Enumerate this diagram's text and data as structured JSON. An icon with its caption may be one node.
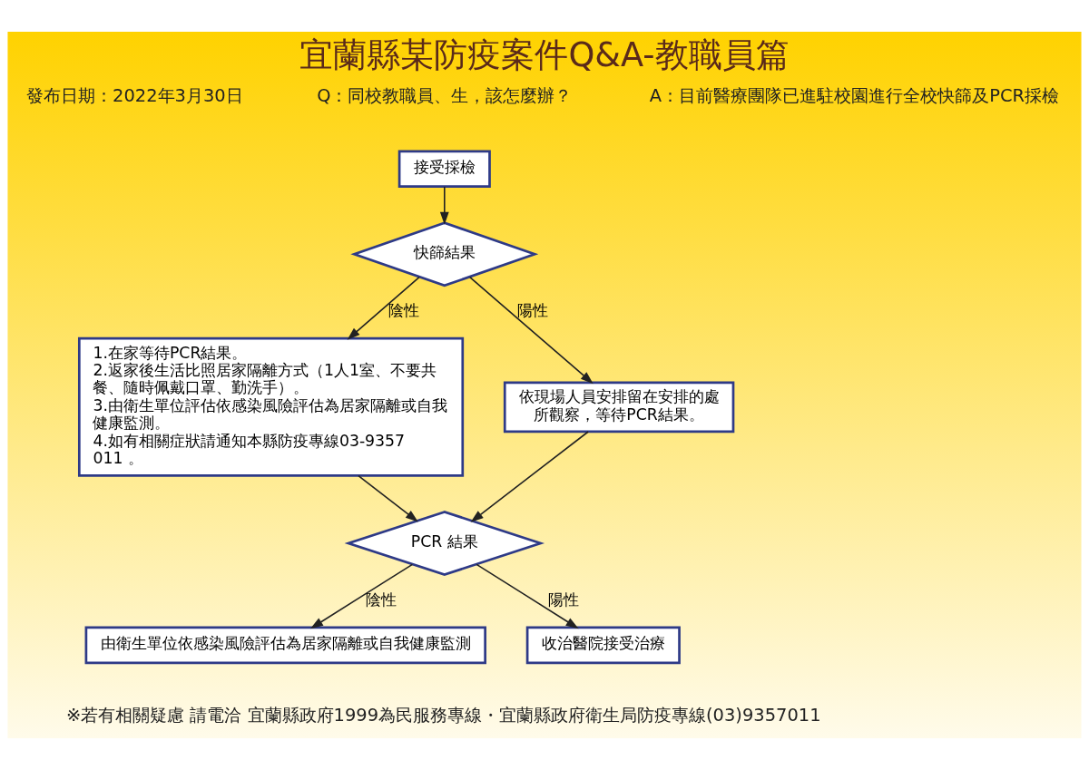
{
  "diagram": {
    "title": "宜蘭縣某防疫案件Q&A-教職員篇",
    "nodes": [
      {
        "text": [
          "接受採檢"
        ]
      },
      {
        "text": [
          "快篩結果"
        ]
      },
      {
        "text": [
          "1.在家等待PCR結果。",
          "2.返家後生活比照居家隔離方式（1人1室、不要共餐、隨時佩戴口罩、勤洗手）。",
          "3.由衛生單位評估依感染風險評估為居家隔離或自我健康監測。",
          "4.如有相關症狀請通知本縣防疫專線03-9357011 。"
        ]
      },
      {
        "text": [
          "依現場人員安排留在安排的處所觀察，等待PCR結果。"
        ]
      },
      {
        "text": [
          "PCR 結果"
        ]
      },
      {
        "text": [
          "由衛生單位依感染風險評估為居家隔離或自我健康監測"
        ]
      },
      {
        "text": [
          "收治醫院接受治療"
        ]
      }
    ],
    "edges": [
      {
        "from": 0,
        "to": 1,
        "arrow": "to"
      },
      {
        "from": 1,
        "to": 2,
        "arrow": "to",
        "label": "陰性"
      },
      {
        "from": 1,
        "to": 3,
        "arrow": "to",
        "label": "陽性"
      },
      {
        "from": 2,
        "to": 4,
        "arrow": "to"
      },
      {
        "from": 3,
        "to": 4,
        "arrow": "to"
      },
      {
        "from": 4,
        "to": 5,
        "arrow": "to",
        "label": "陰性"
      },
      {
        "from": 4,
        "to": 6,
        "arrow": "to",
        "label": "陽性"
      }
    ],
    "labels": [
      "發布日期：2022年3月30日",
      "Q：同校教職員、生，該怎麼辦？",
      "A：目前醫療團隊已進駐校園進行全校快篩及PCR採檢",
      "※若有相關疑慮 請電洽 宜蘭縣政府1999為民服務專線・宜蘭縣政府衛生局防疫專線(03)9357011"
    ]
  }
}
